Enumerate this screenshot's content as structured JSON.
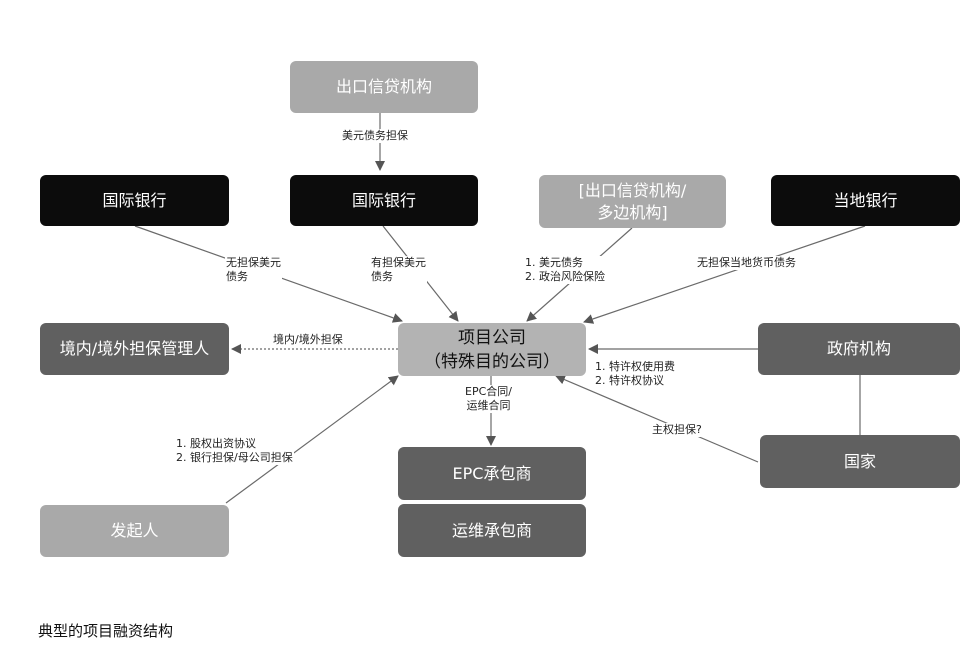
{
  "nodes": {
    "export_credit_agency": "出口信贷机构",
    "intl_bank_left": "国际银行",
    "intl_bank_mid": "国际银行",
    "eca_multilateral": "[出口信贷机构/\n多边机构]",
    "local_bank": "当地银行",
    "guarantee_manager": "境内/境外担保管理人",
    "project_company": "项目公司\n（特殊目的公司）",
    "government_agency": "政府机构",
    "state": "国家",
    "epc_contractor": "EPC承包商",
    "om_contractor": "运维承包商",
    "sponsor": "发起人"
  },
  "labels": {
    "usd_debt_guarantee": "美元债务担保",
    "unsecured_usd_debt": "无担保美元\n债务",
    "secured_usd_debt": "有担保美元\n债务",
    "usd_debt_political_risk": "1. 美元债务\n2. 政治风险保险",
    "unsecured_local_debt": "无担保当地货币债务",
    "domestic_offshore_guarantee": "境内/境外担保",
    "concession": "1. 特许权使用费\n2. 特许权协议",
    "sovereign_guarantee": "主权担保?",
    "epc_om_contract": "EPC合同/\n运维合同",
    "equity_guarantee": "1. 股权出资协议\n2. 银行担保/母公司担保"
  },
  "caption": "典型的项目融资结构"
}
